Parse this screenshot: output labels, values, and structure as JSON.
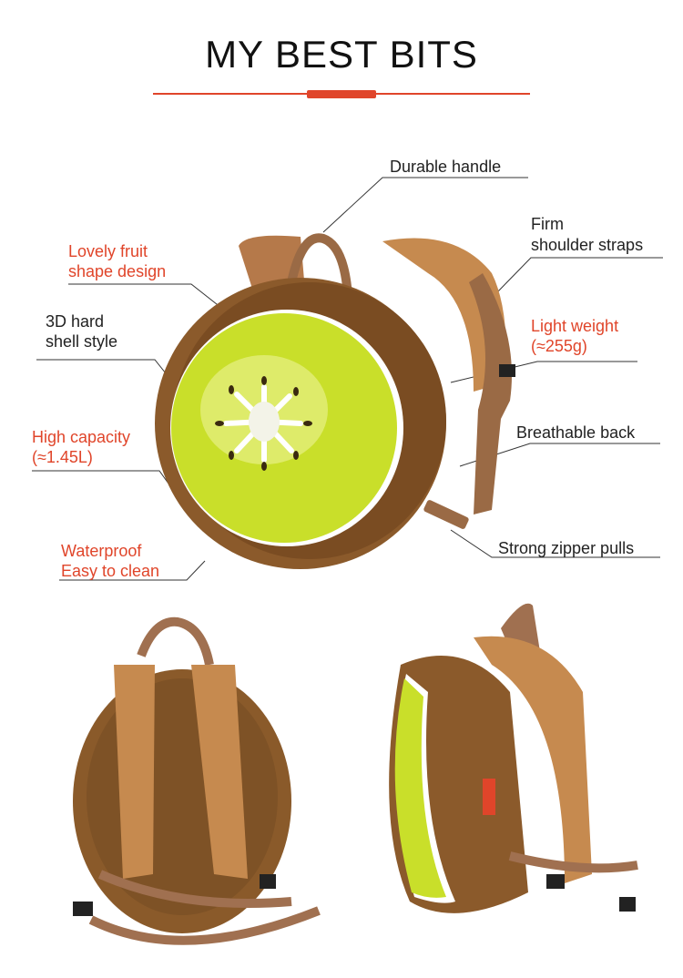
{
  "title": "MY BEST BITS",
  "colors": {
    "accent": "#e0452a",
    "kiwi_skin": "#8b5a2b",
    "kiwi_flesh": "#c9df2a",
    "strap": "#b5794a"
  },
  "callouts": {
    "durable_handle": "Durable handle",
    "shoulder_1": "Firm",
    "shoulder_2": "shoulder straps",
    "fruit_1": "Lovely fruit",
    "fruit_2": "shape design",
    "shell_1": "3D hard",
    "shell_2": "shell style",
    "weight_1": "Light weight",
    "weight_2": "(≈255g)",
    "capacity_1": "High capacity",
    "capacity_2": "(≈1.45L)",
    "breathable": "Breathable back",
    "waterproof_1": "Waterproof",
    "waterproof_2": "Easy to clean",
    "zipper": "Strong zipper pulls"
  },
  "images": {
    "front": "kiwi backpack front view",
    "back": "backpack back view with straps",
    "side": "backpack side view"
  }
}
